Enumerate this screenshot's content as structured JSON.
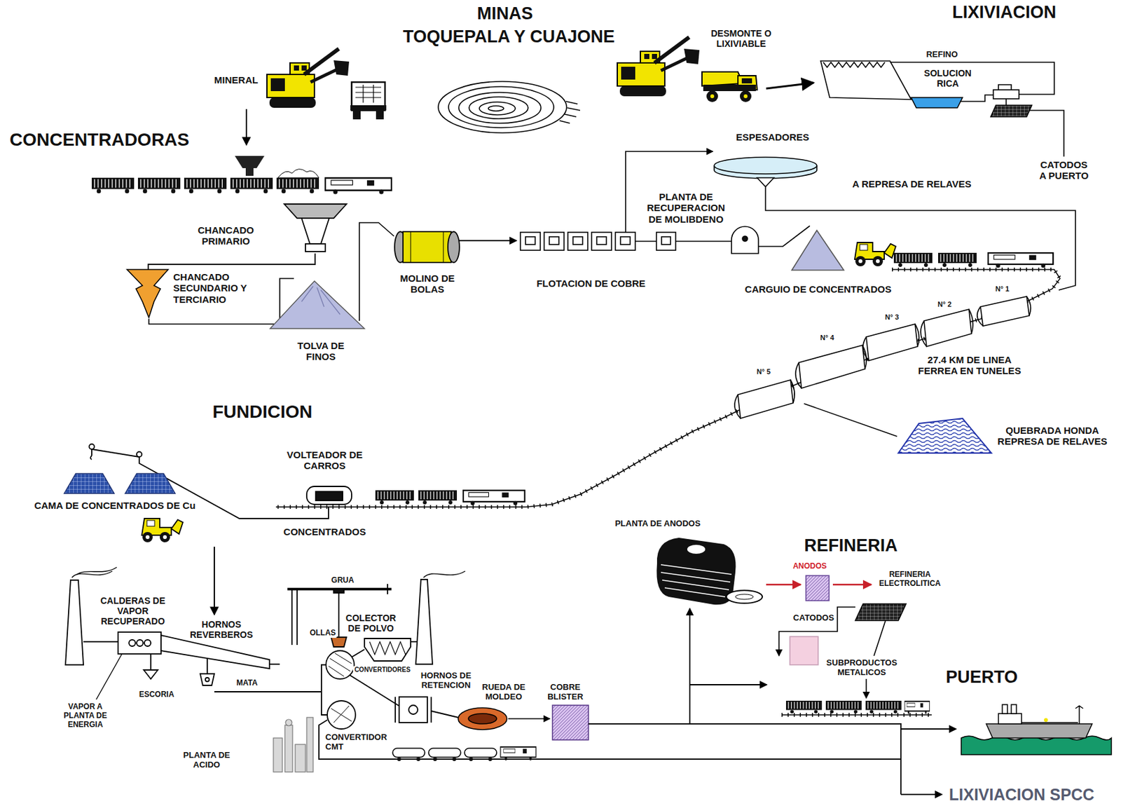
{
  "diagram": {
    "labels": [
      "MINAS",
      "TOQUEPALA Y CUAJONE",
      "LIXIVIACION",
      "DESMONTE O LIXIVIABLE",
      "REFINO",
      "MINERAL",
      "SOLUCION RICA",
      "CONCENTRADORAS",
      "ESPESADORES",
      "CATODOS A PUERTO",
      "A REPRESA DE RELAVES",
      "PLANTA DE RECUPERACION DE MOLIBDENO",
      "CHANCADO PRIMARIO",
      "CHANCADO SECUNDARIO Y TERCIARIO",
      "MOLINO DE BOLAS",
      "FLOTACION DE COBRE",
      "CARGUIO DE CONCENTRADOS",
      "N° 1",
      "N° 2",
      "N° 3",
      "N° 4",
      "27.4 KM DE LINEA FERREA EN TUNELES",
      "TOLVA DE FINOS",
      "N° 5",
      "FUNDICION",
      "QUEBRADA HONDA REPRESA DE RELAVES",
      "VOLTEADOR DE CARROS",
      "CAMA DE CONCENTRADOS DE Cu",
      "PLANTA DE ANODOS",
      "CONCENTRADOS",
      "REFINERIA",
      "ANODOS",
      "REFINERIA ELECTROLITICA",
      "GRUA",
      "CALDERAS DE VAPOR RECUPERADO",
      "COLECTOR DE POLVO",
      "CATODOS",
      "HORNOS REVERBEROS",
      "OLLAS",
      "CONVERTIDORES",
      "HORNOS DE RETENCION",
      "SUBPRODUCTOS METALICOS",
      "PUERTO",
      "RUEDA DE MOLDEO",
      "COBRE BLISTER",
      "MATA",
      "ESCORIA",
      "VAPOR A PLANTA DE ENERGIA",
      "CONVERTIDOR CMT",
      "PLANTA DE ACIDO",
      "LIXIVIACION SPCC"
    ]
  }
}
